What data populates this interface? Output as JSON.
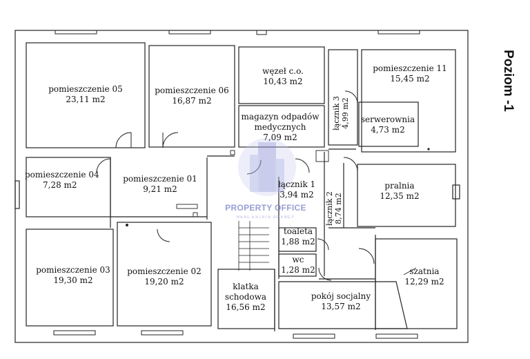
{
  "level_title": "Poziom -1",
  "watermark": {
    "brand": "PROPERTY OFFICE",
    "tagline": "REAL ESTATE AGENCY"
  },
  "rooms": {
    "r05": {
      "name": "pomieszczenie 05",
      "area": "23,11 m2"
    },
    "r06": {
      "name": "pomieszczenie 06",
      "area": "16,87 m2"
    },
    "wezel": {
      "name": "węzeł c.o.",
      "area": "10,43 m2"
    },
    "r11": {
      "name": "pomieszczenie 11",
      "area": "15,45 m2"
    },
    "lacznik3": {
      "name": "łącznik 3",
      "area": "4,99 m2"
    },
    "serwer": {
      "name": "serwerownia",
      "area": "4,73 m2"
    },
    "magazyn": {
      "name1": "magazyn odpadów",
      "name2": "medycznych",
      "area": "7,09 m2"
    },
    "r04": {
      "name": "pomieszczenie 04",
      "area": "7,28 m2"
    },
    "r01": {
      "name": "pomieszczenie 01",
      "area": "9,21 m2"
    },
    "lacznik1": {
      "name": "łącznik 1",
      "area": "3,94 m2"
    },
    "lacznik2": {
      "name": "łącznik 2",
      "area": "8,74 m2"
    },
    "pralnia": {
      "name": "pralnia",
      "area": "12,35 m2"
    },
    "toaleta": {
      "name": "toaleta",
      "area": "1,88 m2"
    },
    "wc": {
      "name": "wc",
      "area": "1,28 m2"
    },
    "r03": {
      "name": "pomieszczenie 03",
      "area": "19,30 m2"
    },
    "r02": {
      "name": "pomieszczenie 02",
      "area": "19,20 m2"
    },
    "klatka": {
      "name1": "klatka",
      "name2": "schodowa",
      "area": "16,56 m2"
    },
    "pokoj": {
      "name": "pokój socjalny",
      "area": "13,57 m2"
    },
    "szatnia": {
      "name": "szatnia",
      "area": "12,29 m2"
    }
  }
}
